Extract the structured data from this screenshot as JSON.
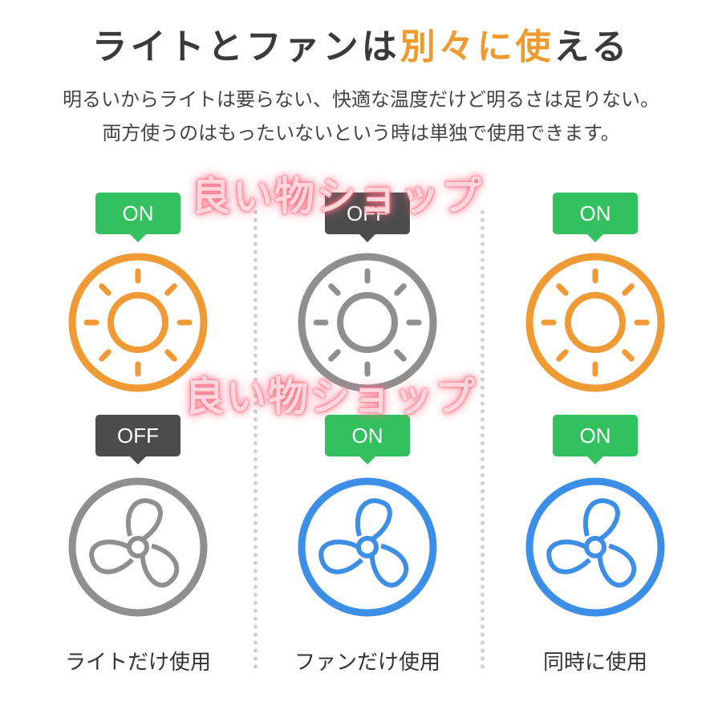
{
  "title": {
    "before": "ライトとファンは",
    "accent": "別々に使",
    "after": "える"
  },
  "description": [
    "明るいからライトは要らない、快適な温度だけど明るさは足りない。",
    "両方使うのはもったいないという時は単独で使用できます。"
  ],
  "watermark": "良い物ショップ",
  "colors": {
    "light_on": "#ef9a35",
    "fan_on": "#3d8ee6",
    "off": "#8f8f8f",
    "badge_on": "#33c15f",
    "badge_off": "#4c4c4c"
  },
  "columns": [
    {
      "light": {
        "status": "ON"
      },
      "fan": {
        "status": "OFF"
      },
      "caption": "ライトだけ使用"
    },
    {
      "light": {
        "status": "OFF"
      },
      "fan": {
        "status": "ON"
      },
      "caption": "ファンだけ使用"
    },
    {
      "light": {
        "status": "ON"
      },
      "fan": {
        "status": "ON"
      },
      "caption": "同時に使用"
    }
  ]
}
